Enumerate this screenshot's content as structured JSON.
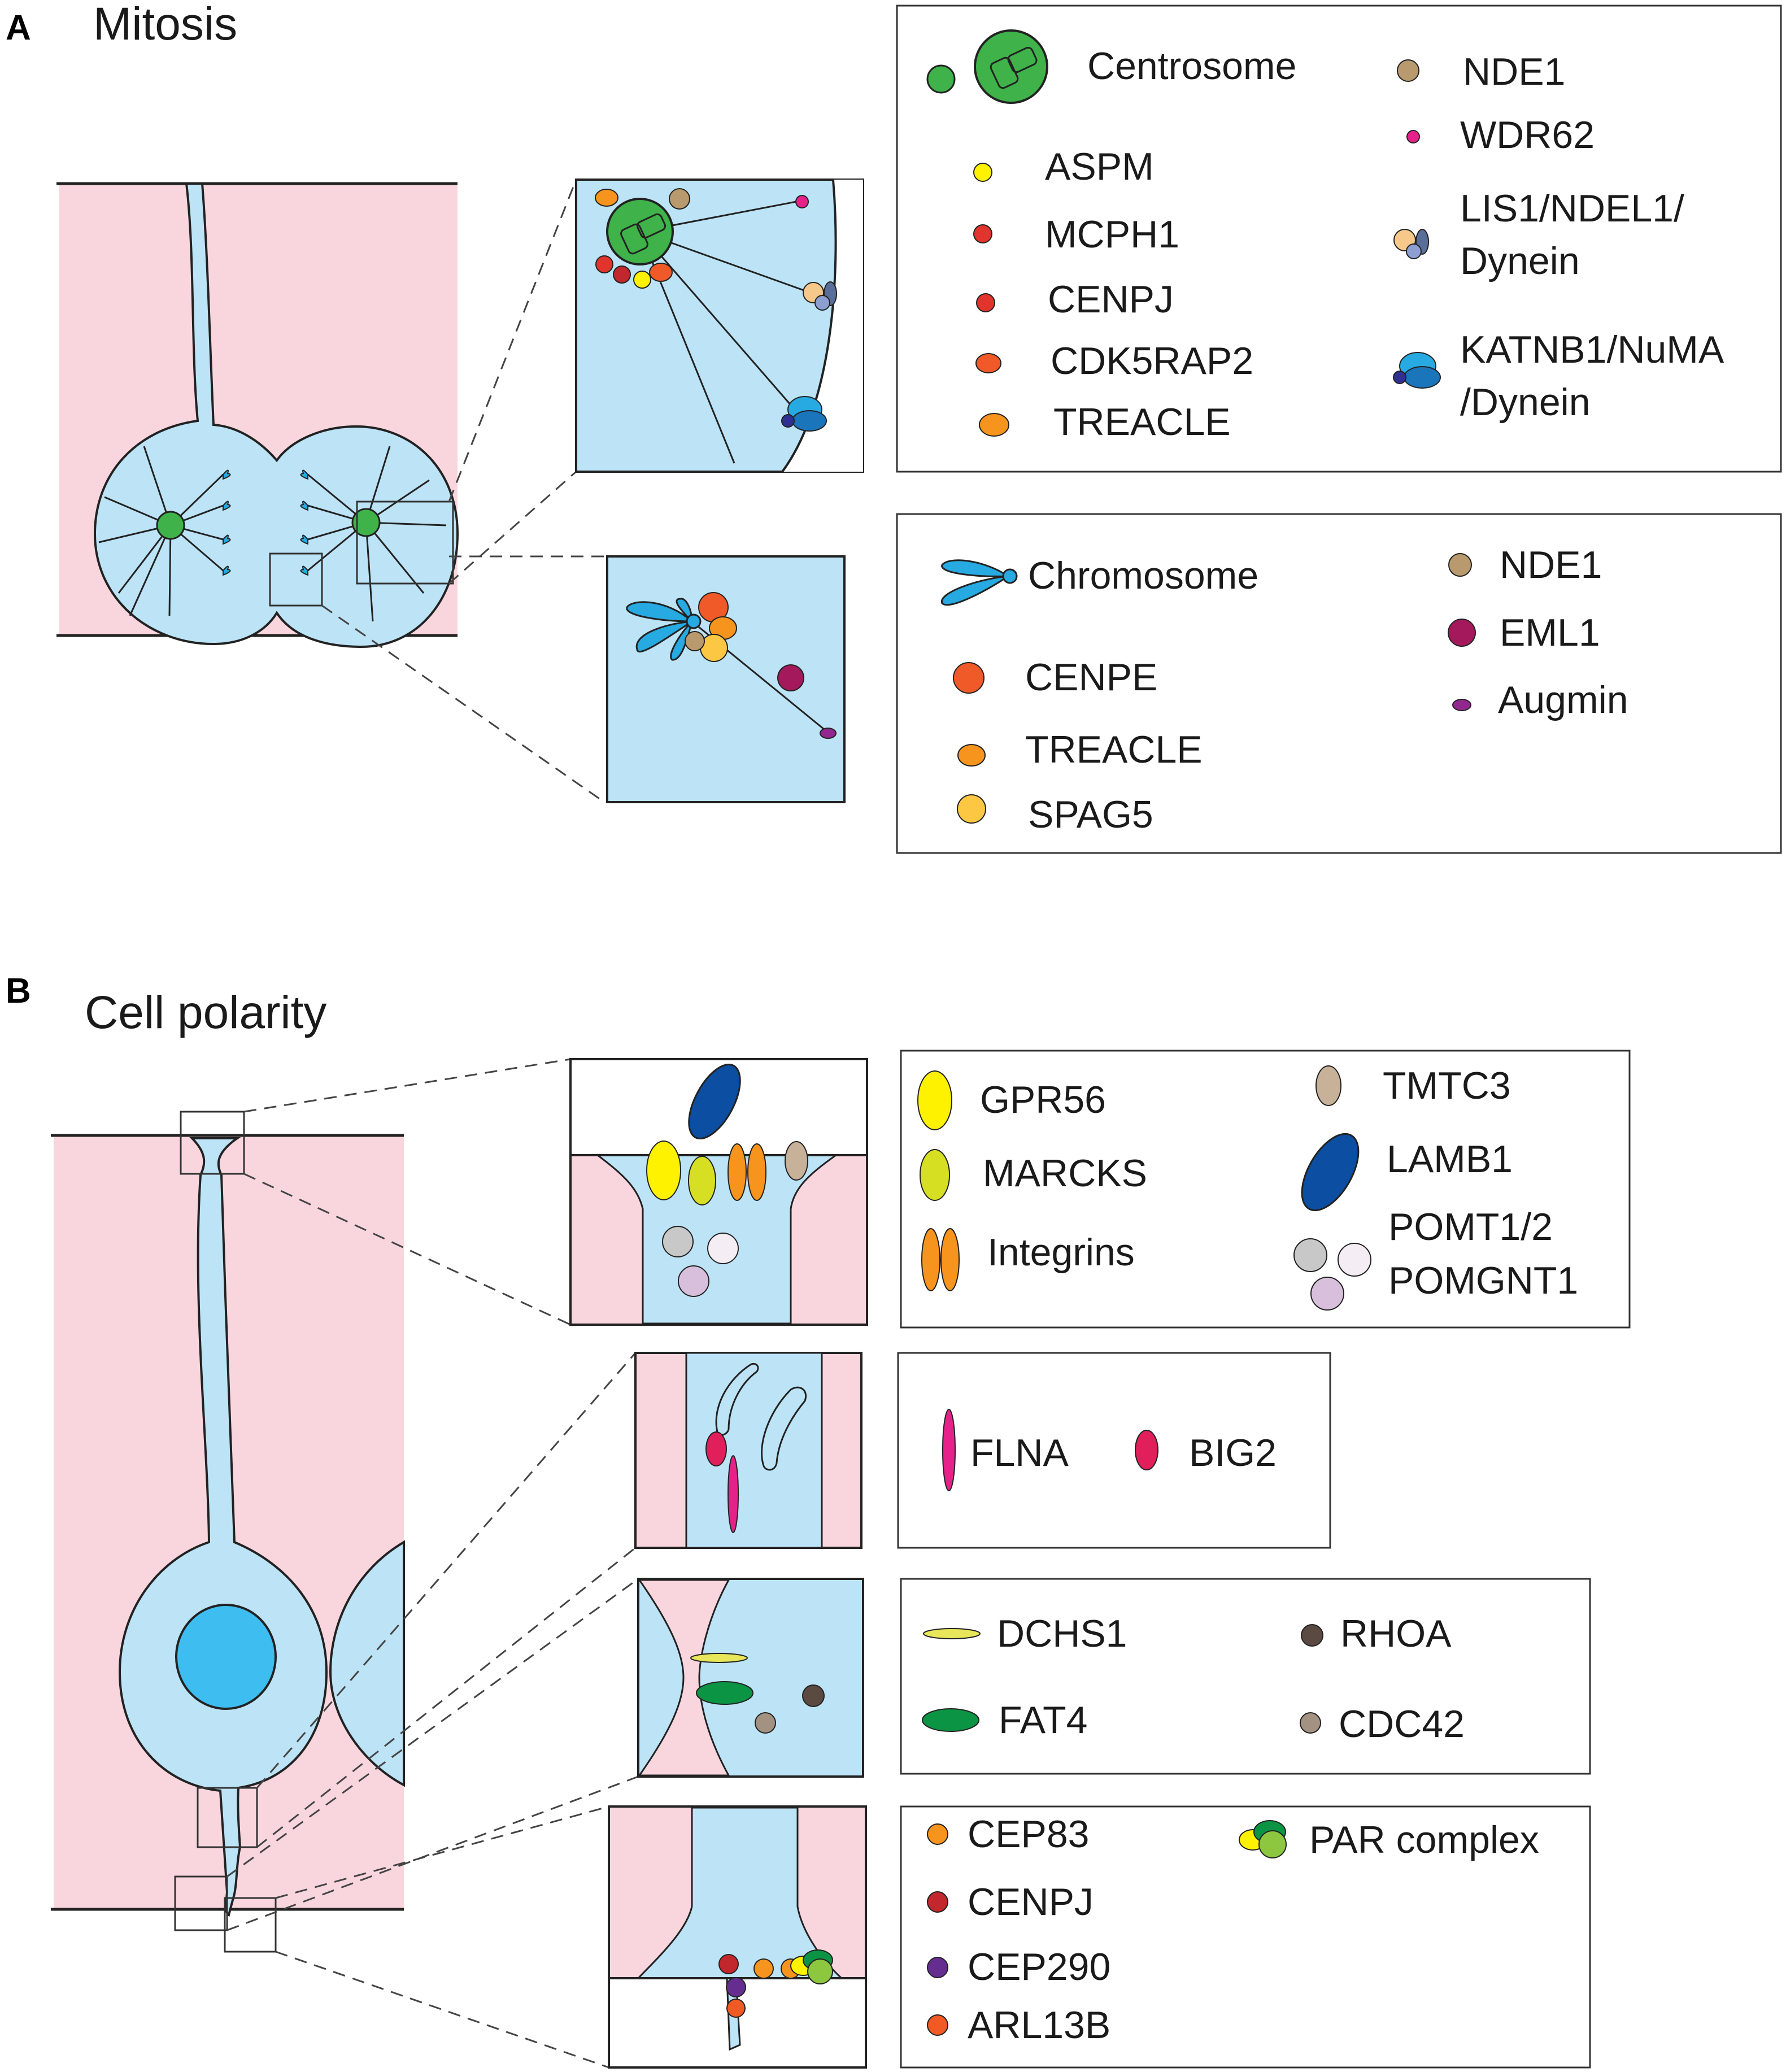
{
  "colors": {
    "pink": "#f9d6de",
    "blue": "#bde3f6",
    "nucleus": "#3dbdf0",
    "centrosome": "#3fb24a",
    "outline": "#222222"
  },
  "panel_a": {
    "letter": "A",
    "title": "Mitosis",
    "legend1": [
      {
        "label": "Centrosome",
        "color": "#3fb24a",
        "icon": "centrosome-icon"
      },
      {
        "label": "ASPM",
        "color": "#fff200",
        "icon": "dot-icon"
      },
      {
        "label": "MCPH1",
        "color": "#e0342c",
        "icon": "dot-icon"
      },
      {
        "label": "CENPJ",
        "color": "#e0342c",
        "icon": "dot-icon"
      },
      {
        "label": "CDK5RAP2",
        "color": "#f05a28",
        "icon": "dot-icon"
      },
      {
        "label": "TREACLE",
        "color": "#f7941d",
        "icon": "dot-icon"
      },
      {
        "label": "NDE1",
        "color": "#b89a6e",
        "icon": "dot-icon"
      },
      {
        "label": "WDR62",
        "color": "#e6218a",
        "icon": "dot-icon"
      },
      {
        "label": "LIS1/NDEL1/",
        "color": "#f6c98b",
        "icon": "complex-icon"
      },
      {
        "label": "Dynein",
        "color": "#8d9fd0",
        "icon": "complex-icon"
      },
      {
        "label": "KATNB1/NuMA",
        "color": "#27a9e1",
        "icon": "complex-icon"
      },
      {
        "label": "/Dynein",
        "color": "#2e3192",
        "icon": "complex-icon"
      }
    ],
    "legend2": [
      {
        "label": "Chromosome",
        "color": "#27a9e1",
        "icon": "chromosome-icon"
      },
      {
        "label": "CENPE",
        "color": "#f05a28",
        "icon": "dot-icon"
      },
      {
        "label": "TREACLE",
        "color": "#f7941d",
        "icon": "dot-icon"
      },
      {
        "label": "SPAG5",
        "color": "#fcc844",
        "icon": "dot-icon"
      },
      {
        "label": "NDE1",
        "color": "#b89a6e",
        "icon": "dot-icon"
      },
      {
        "label": "EML1",
        "color": "#a3195b",
        "icon": "dot-icon"
      },
      {
        "label": "Augmin",
        "color": "#92278f",
        "icon": "dot-icon"
      }
    ]
  },
  "panel_b": {
    "letter": "B",
    "title": "Cell polarity",
    "legend1": [
      {
        "label": "GPR56",
        "color": "#fff200"
      },
      {
        "label": "MARCKS",
        "color": "#d7df23"
      },
      {
        "label": "Integrins",
        "color": "#f7941d"
      },
      {
        "label": "TMTC3",
        "color": "#c7b299"
      },
      {
        "label": "LAMB1",
        "color": "#0b4ea2"
      },
      {
        "label": "POMT1/2",
        "color": "#c8c8c8"
      },
      {
        "label": "POMGNT1",
        "color": "#d8c0dc"
      }
    ],
    "legend2": [
      {
        "label": "FLNA",
        "color": "#e6218a"
      },
      {
        "label": "BIG2",
        "color": "#e01f5b"
      }
    ],
    "legend3": [
      {
        "label": "DCHS1",
        "color": "#e8e65a"
      },
      {
        "label": "FAT4",
        "color": "#0b9444"
      },
      {
        "label": "RHOA",
        "color": "#5a4a42"
      },
      {
        "label": "CDC42",
        "color": "#a39181"
      }
    ],
    "legend4": [
      {
        "label": "CEP83",
        "color": "#f7941d"
      },
      {
        "label": "CENPJ",
        "color": "#c1272d"
      },
      {
        "label": "CEP290",
        "color": "#662d91"
      },
      {
        "label": "ARL13B",
        "color": "#f15a24"
      },
      {
        "label": "PAR complex",
        "color": "#8dc63f"
      }
    ]
  }
}
